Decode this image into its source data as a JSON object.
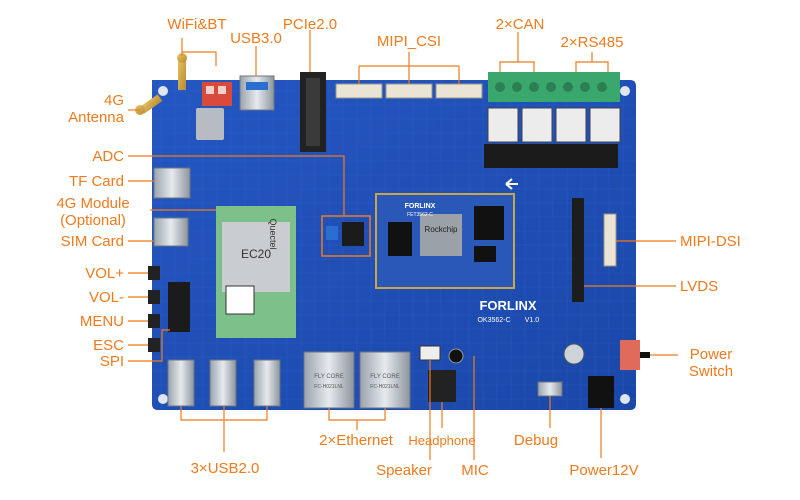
{
  "diagram": {
    "accent_color": "#f07a1c",
    "board_color": "#1f4fb8",
    "labels": {
      "wifi_bt": "WiFi&BT",
      "usb30": "USB3.0",
      "pcie": "PCIe2.0",
      "mipi_csi": "MIPI_CSI",
      "can": "2×CAN",
      "rs485": "2×RS485",
      "antenna_line1": "4G",
      "antenna_line2": "Antenna",
      "adc": "ADC",
      "tf_card": "TF Card",
      "module_line1": "4G Module",
      "module_line2": "(Optional)",
      "sim_card": "SIM Card",
      "vol_plus": "VOL+",
      "vol_minus": "VOL-",
      "menu": "MENU",
      "esc": "ESC",
      "spi": "SPI",
      "mipi_dsi": "MIPI-DSI",
      "lvds": "LVDS",
      "power_switch_line1": "Power",
      "power_switch_line2": "Switch",
      "usb20": "3×USB2.0",
      "ethernet": "2×Ethernet",
      "headphone": "Headphone",
      "speaker": "Speaker",
      "mic": "MIC",
      "debug": "Debug",
      "power12v": "Power12V"
    },
    "board_text": {
      "brand": "FORLINX",
      "brand_small": "FORLINX",
      "model": "OK3562-C",
      "model_version": "V1.0",
      "som_vendor": "Rockchip",
      "som_model": "FET3562-C",
      "module_brand": "Quectel",
      "module_model": "EC20",
      "eth_brand": "FLY CORE",
      "eth_part_1": "FC-H021LNL",
      "eth_part_2": "FC-H021LNL"
    }
  }
}
